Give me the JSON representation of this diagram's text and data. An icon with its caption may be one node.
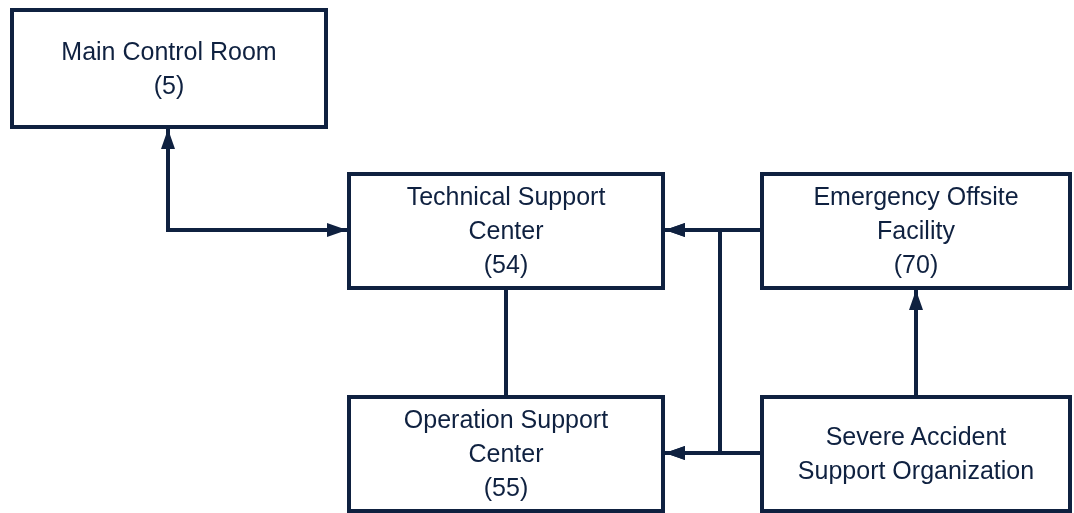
{
  "diagram": {
    "nodes": [
      {
        "text": [
          "Main Control Room",
          "(5)"
        ]
      },
      {
        "text": [
          "Technical Support Center",
          "(54)"
        ]
      },
      {
        "text": [
          "Emergency Offsite Facility",
          "(70)"
        ]
      },
      {
        "text": [
          "Operation Support Center",
          "(55)"
        ]
      },
      {
        "text": [
          "Severe Accident Support Organization"
        ]
      }
    ],
    "edges": [
      {
        "from": 0,
        "to": 1,
        "arrow": "both"
      },
      {
        "from": 1,
        "to": 3,
        "arrow": "none"
      },
      {
        "from": 2,
        "to": 1,
        "arrow": "to"
      },
      {
        "from": 2,
        "to": 3,
        "arrow": "to"
      },
      {
        "from": 4,
        "to": 1,
        "arrow": "to"
      },
      {
        "from": 4,
        "to": 3,
        "arrow": "to"
      },
      {
        "from": 4,
        "to": 2,
        "arrow": "to"
      }
    ]
  }
}
